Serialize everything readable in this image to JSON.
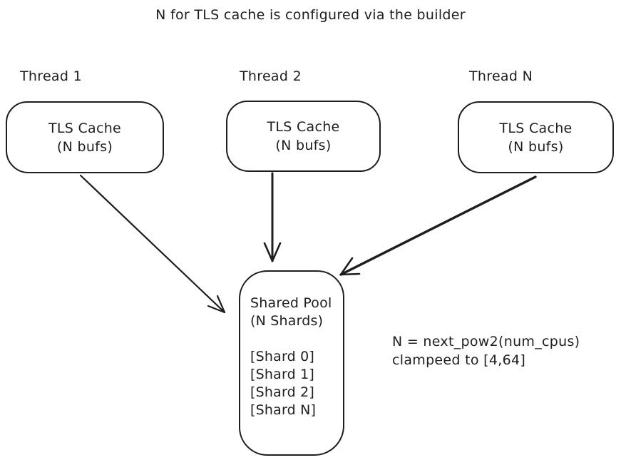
{
  "title": "N for TLS cache is configured via the builder",
  "colors": {
    "ink": "#1e1e1e",
    "background": "#ffffff"
  },
  "threads": [
    {
      "label": "Thread 1",
      "box_line1": "TLS Cache",
      "box_line2": "(N bufs)"
    },
    {
      "label": "Thread 2",
      "box_line1": "TLS Cache",
      "box_line2": "(N bufs)"
    },
    {
      "label": "Thread N",
      "box_line1": "TLS Cache",
      "box_line2": "(N bufs)"
    }
  ],
  "pool": {
    "line1": "Shared Pool",
    "line2": "(N Shards)",
    "shards": [
      "[Shard 0]",
      "[Shard 1]",
      "[Shard 2]",
      "[Shard N]"
    ]
  },
  "annotation": {
    "line1": "N = next_pow2(num_cpus)",
    "line2": "clampeed to [4,64]"
  },
  "arrows": [
    {
      "name": "arrow-thread1-to-pool"
    },
    {
      "name": "arrow-thread2-to-pool"
    },
    {
      "name": "arrow-threadN-to-pool"
    }
  ]
}
